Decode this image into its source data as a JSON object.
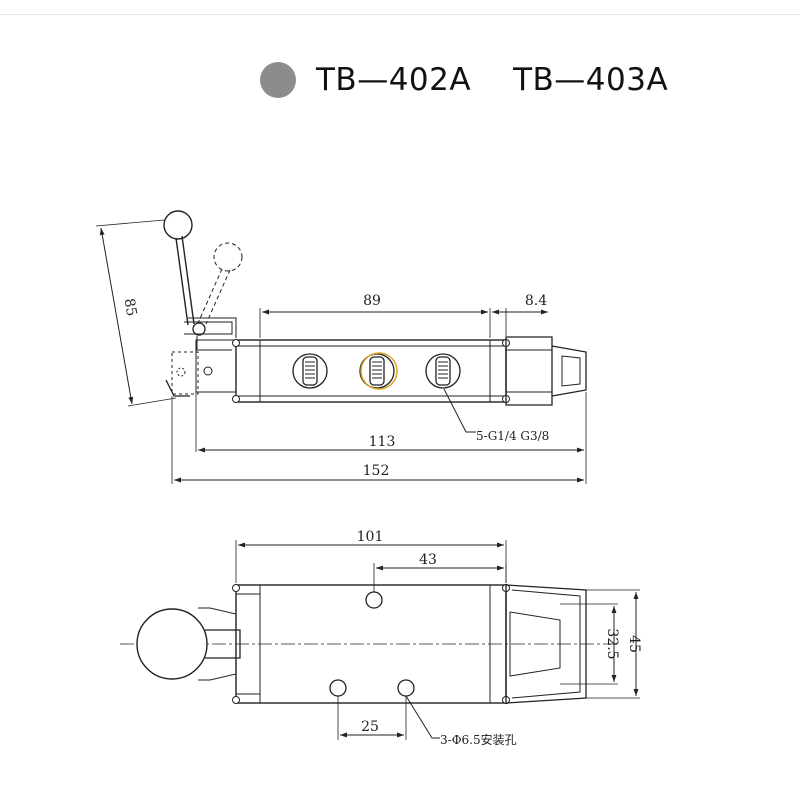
{
  "header": {
    "models": [
      "TB—402A",
      "TB—403A"
    ]
  },
  "top_view": {
    "dims": {
      "lever_height": "85",
      "body_length": "89",
      "end_cap": "8.4",
      "overall_body": "113",
      "overall_total": "152"
    },
    "port_note": "5-G1/4 G3/8"
  },
  "bottom_view": {
    "dims": {
      "length": "101",
      "hole_offset": "43",
      "hole_spacing": "25",
      "height_inner": "32.5",
      "height_outer": "45"
    },
    "hole_note": "3-Φ6.5安装孔"
  }
}
